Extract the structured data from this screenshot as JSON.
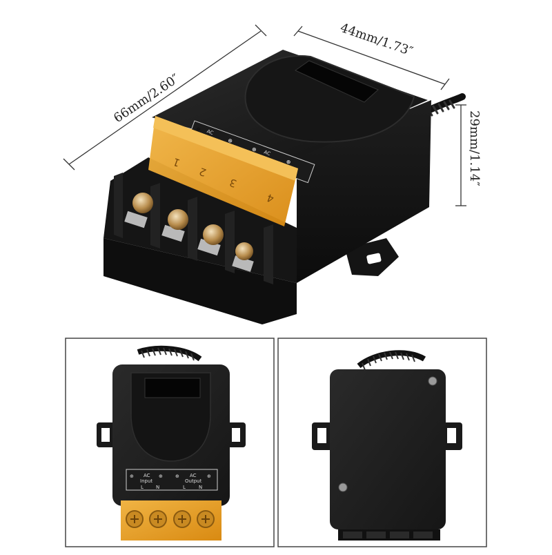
{
  "dimensions": {
    "length": "66mm/2.60″",
    "width": "44mm/1.73″",
    "height": "29mm/1.14″"
  },
  "terminal_labels": {
    "input_title_1": "AC",
    "input_title_2": "Input",
    "output_title_1": "AC",
    "output_title_2": "Output",
    "pin_l": "L",
    "pin_n": "N",
    "ground_symbol": "⊕"
  },
  "cover_numbers": [
    "1",
    "2",
    "3",
    "4"
  ],
  "colors": {
    "housing": "#1b1b1b",
    "cover": "#e8a028",
    "screw": "#c9a46a"
  },
  "icons": [
    "ground-symbol-icon"
  ]
}
